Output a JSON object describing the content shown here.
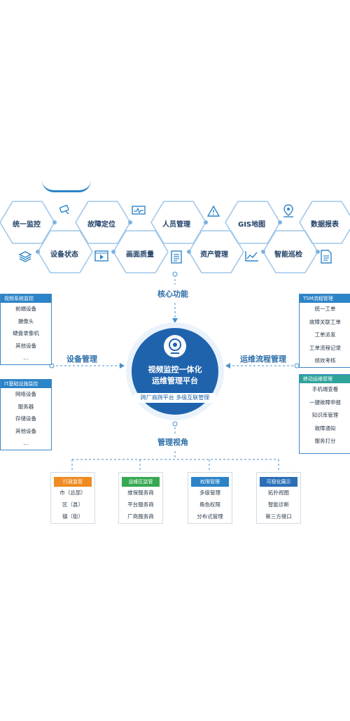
{
  "header_partial_text": "",
  "hex_row_top": [
    {
      "label": "统一监控",
      "icon": "camera-icon"
    },
    {
      "label": "故障定位",
      "icon": "monitor-icon"
    },
    {
      "label": "人员管理",
      "icon": "warning-icon"
    },
    {
      "label": "GIS地图",
      "icon": "location-icon"
    },
    {
      "label": "数据报表",
      "icon": "report-icon"
    }
  ],
  "hex_row_bottom": [
    {
      "label": "设备状态",
      "icon": "layers-icon"
    },
    {
      "label": "画面质量",
      "icon": "video-play-icon"
    },
    {
      "label": "资产管理",
      "icon": "clipboard-icon"
    },
    {
      "label": "智能巡检",
      "icon": "chart-line-icon"
    }
  ],
  "core_functions_label": "核心功能",
  "device_management_label": "设备管理",
  "ops_flow_label": "运维流程管理",
  "management_view_label": "管理视角",
  "center": {
    "title_line1": "视频监控一体化",
    "title_line2": "运维管理平台",
    "subtitle": "跨厂商跨平台 多级互联管理"
  },
  "left_boxes": [
    {
      "title": "视频系统监控",
      "items": [
        "前端设备",
        "摄像头",
        "硬盘录像机",
        "其他设备",
        "..."
      ]
    },
    {
      "title": "IT基础设施监控",
      "items": [
        "网络设备",
        "服务器",
        "存储设备",
        "其他设备",
        "..."
      ]
    }
  ],
  "right_boxes": [
    {
      "title": "TSM流程管理",
      "items": [
        "统一工单",
        "故障关联工单",
        "工单派发",
        "工单流程记录",
        "绩效考核"
      ]
    },
    {
      "title": "移动运维管理",
      "items": [
        "手机端查看",
        "一键故障申报",
        "知识库管理",
        "故障通知",
        "服务打分"
      ]
    }
  ],
  "bottom_cards": [
    {
      "title": "行政监管",
      "color": "#ef8b22",
      "items": [
        "市（总部）",
        "区（县）",
        "镇（街）"
      ]
    },
    {
      "title": "运维区监管",
      "color": "#36a851",
      "items": [
        "维保服务商",
        "平台服务商",
        "厂商服务商"
      ]
    },
    {
      "title": "权限管理",
      "color": "#2c84c8",
      "items": [
        "多级管理",
        "角色权限",
        "分布式管理"
      ]
    },
    {
      "title": "可视化展示",
      "color": "#2b6fb8",
      "items": [
        "拓扑视图",
        "智能诊断",
        "第三方接口"
      ]
    }
  ],
  "colors": {
    "primary": "#2c84c8",
    "dark_blue": "#1f5fa0",
    "teal": "#2ea39a",
    "light_bg": "#eef5fb"
  }
}
